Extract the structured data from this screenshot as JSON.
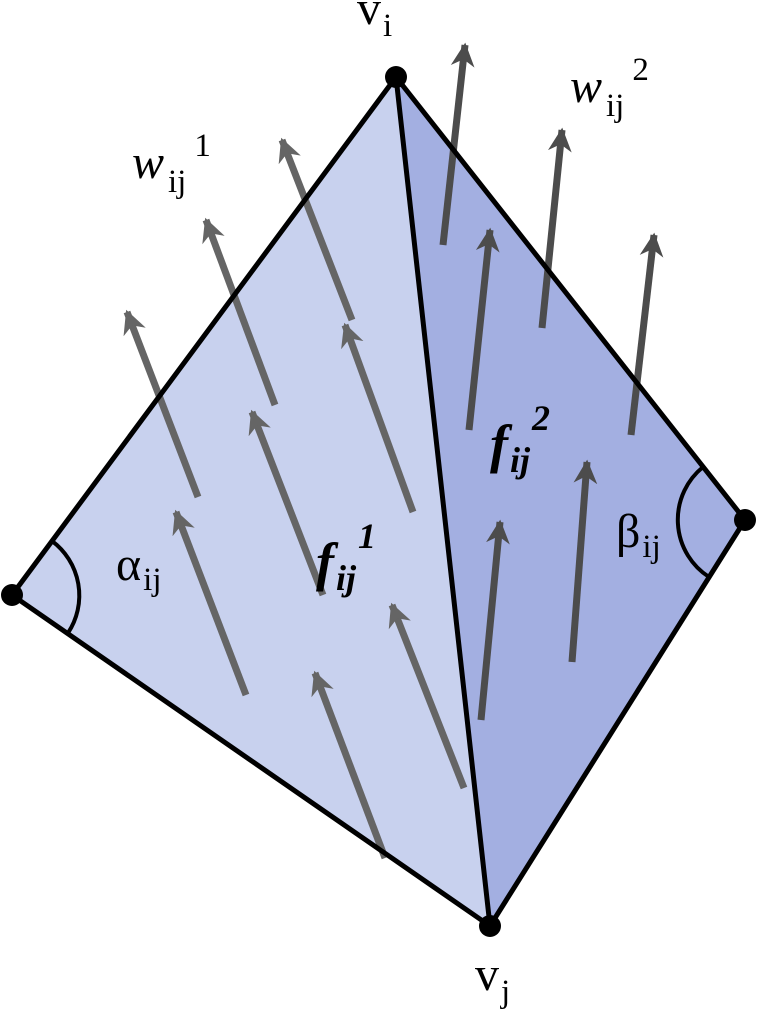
{
  "colors": {
    "face_left": "#c8d1ee",
    "face_right": "#a3afe1",
    "arrow_left": "#656565",
    "arrow_right": "#4c4c4c",
    "edge": "#000000"
  },
  "vertices": {
    "top": {
      "base": "v",
      "sub": "i"
    },
    "bottom": {
      "base": "v",
      "sub": "j"
    }
  },
  "faces": {
    "left": {
      "base": "f",
      "sub": "ij",
      "sup": "1"
    },
    "right": {
      "base": "f",
      "sub": "ij",
      "sup": "2"
    }
  },
  "vectors": {
    "left": {
      "base": "w",
      "sub": "ij",
      "sup": "1"
    },
    "right": {
      "base": "w",
      "sub": "ij",
      "sup": "2"
    }
  },
  "angles": {
    "left": {
      "base": "α",
      "sub": "ij"
    },
    "right": {
      "base": "β",
      "sub": "ij"
    }
  },
  "icons": {
    "vector_field": "arrow-icon",
    "vertex": "dot-icon"
  }
}
